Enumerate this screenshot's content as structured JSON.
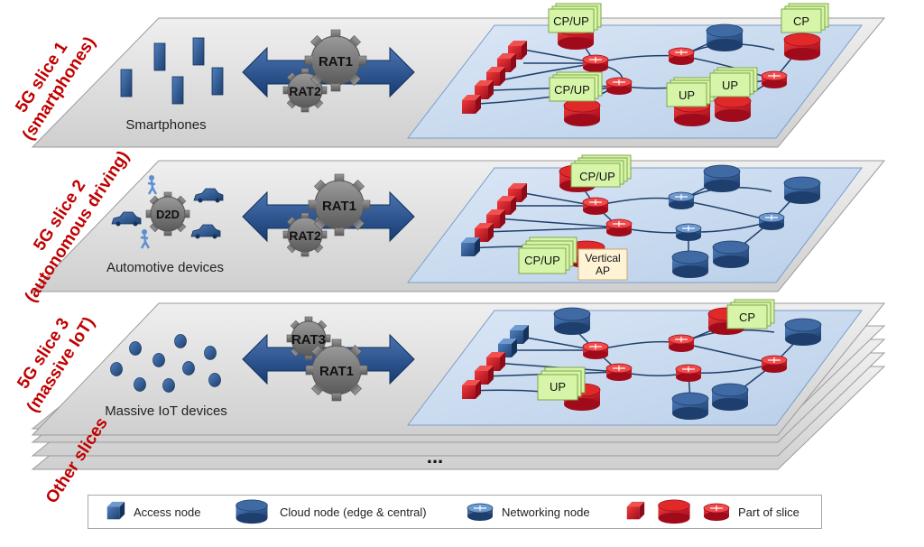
{
  "slices": [
    {
      "title_line1": "5G slice 1",
      "title_line2": "(smartphones)",
      "devices_label": "Smartphones",
      "rats": [
        "RAT1",
        "RAT2"
      ],
      "boxes": [
        "CP/UP",
        "CP/UP",
        "UP",
        "UP",
        "CP"
      ]
    },
    {
      "title_line1": "5G slice 2",
      "title_line2": "(autonomous driving)",
      "devices_label": "Automotive devices",
      "d2d_label": "D2D",
      "rats": [
        "RAT1",
        "RAT2"
      ],
      "boxes": [
        "CP/UP",
        "CP/UP"
      ],
      "vertical_ap_line1": "Vertical",
      "vertical_ap_line2": "AP"
    },
    {
      "title_line1": "5G slice 3",
      "title_line2": "(massive IoT)",
      "devices_label": "Massive IoT devices",
      "rats": [
        "RAT3",
        "RAT1"
      ],
      "boxes": [
        "CP",
        "UP"
      ]
    }
  ],
  "other_slices_label": "Other slices",
  "ellipsis": "...",
  "legend": {
    "access_node": "Access node",
    "cloud_node": "Cloud node (edge & central)",
    "networking_node": "Networking node",
    "part_of_slice": "Part of slice"
  },
  "colors": {
    "slice_title": "#c00000",
    "arrow": "#1f4e8c",
    "node_blue": "#2a4d7f",
    "node_red": "#c8102e",
    "network_plane": "#c9daf0",
    "box_green": "#d7f5a9",
    "gear": "#7a7a7a"
  }
}
